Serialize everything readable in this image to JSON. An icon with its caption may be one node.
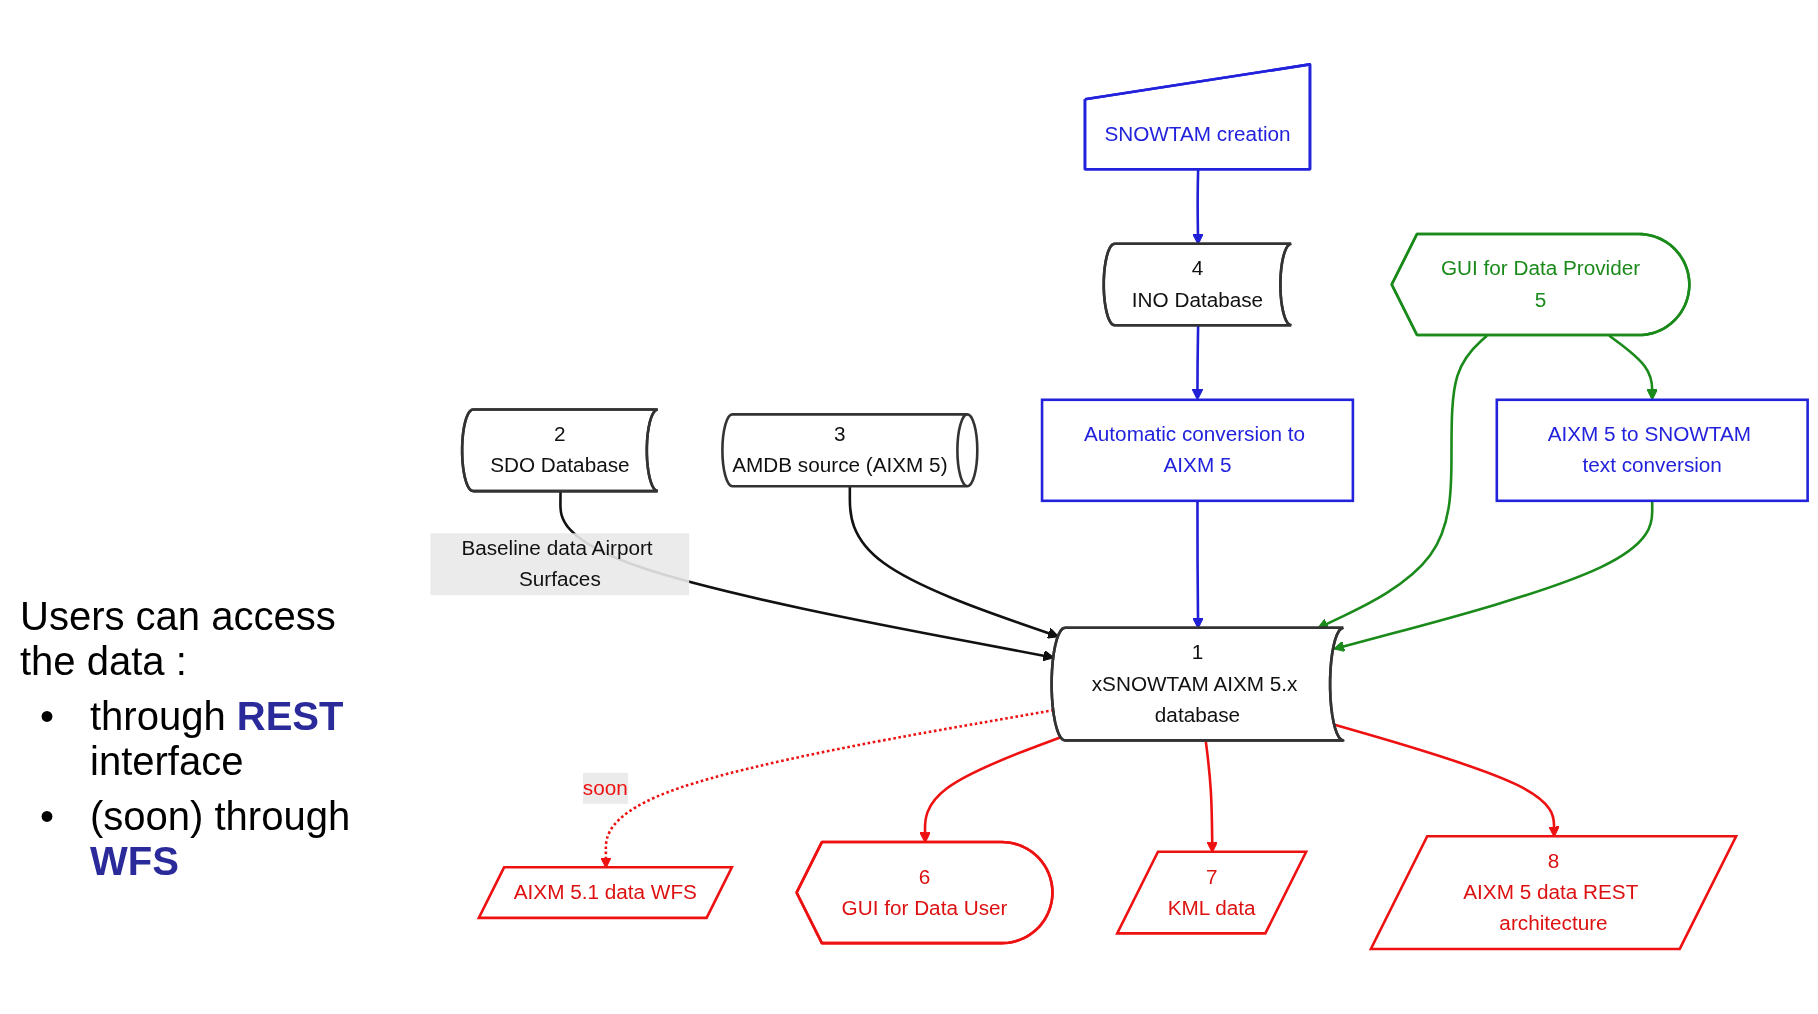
{
  "diagram": {
    "nodes": [
      {
        "text": [
          "SNOWTAM creation"
        ]
      },
      {
        "text": [
          "2",
          "SDO Database"
        ]
      },
      {
        "text": [
          "3",
          "AMDB source (AIXM 5)"
        ]
      },
      {
        "text": [
          "4",
          "INO Database"
        ]
      },
      {
        "text": [
          "Automatic conversion to AIXM 5"
        ]
      },
      {
        "text": [
          "1",
          "xSNOWTAM AIXM 5.x database"
        ]
      },
      {
        "text": [
          "GUI for Data Provider",
          "5"
        ]
      },
      {
        "text": [
          "AIXM 5 to SNOWTAM text conversion"
        ]
      },
      {
        "text": [
          "AIXM 5.1 data WFS"
        ]
      },
      {
        "text": [
          "6",
          "GUI for Data User"
        ]
      },
      {
        "text": [
          "7",
          "KML data"
        ]
      },
      {
        "text": [
          "8",
          "AIXM 5 data REST architecture"
        ]
      }
    ],
    "edges": [
      {
        "from": 0,
        "to": 3,
        "arrow": "to",
        "color": "#1f1fd6"
      },
      {
        "from": 1,
        "to": 5,
        "arrow": "to",
        "label": "Baseline data Airport Surfaces",
        "color": "#111111"
      },
      {
        "from": 2,
        "to": 5,
        "arrow": "to",
        "color": "#111111"
      },
      {
        "from": 3,
        "to": 4,
        "arrow": "to",
        "color": "#1f1fd6"
      },
      {
        "from": 4,
        "to": 5,
        "arrow": "to",
        "color": "#1f1fd6"
      },
      {
        "from": 6,
        "to": 5,
        "arrow": "to",
        "color": "#1a8a1a"
      },
      {
        "from": 7,
        "to": 5,
        "arrow": "to",
        "color": "#1a8a1a"
      },
      {
        "from": 6,
        "to": 7,
        "arrow": "to",
        "color": "#1a8a1a"
      },
      {
        "from": 5,
        "to": 8,
        "arrow": "to",
        "style": "dashed",
        "label": "soon",
        "color": "#ee1111"
      },
      {
        "from": 5,
        "to": 9,
        "arrow": "to",
        "color": "#ee1111"
      },
      {
        "from": 5,
        "to": 10,
        "arrow": "to",
        "color": "#ee1111"
      },
      {
        "from": 5,
        "to": 11,
        "arrow": "to",
        "color": "#ee1111"
      }
    ],
    "labels": [
      "Users can access the data :",
      "•",
      "through **REST** interface",
      "•",
      "(soon) through **WFS**"
    ]
  }
}
